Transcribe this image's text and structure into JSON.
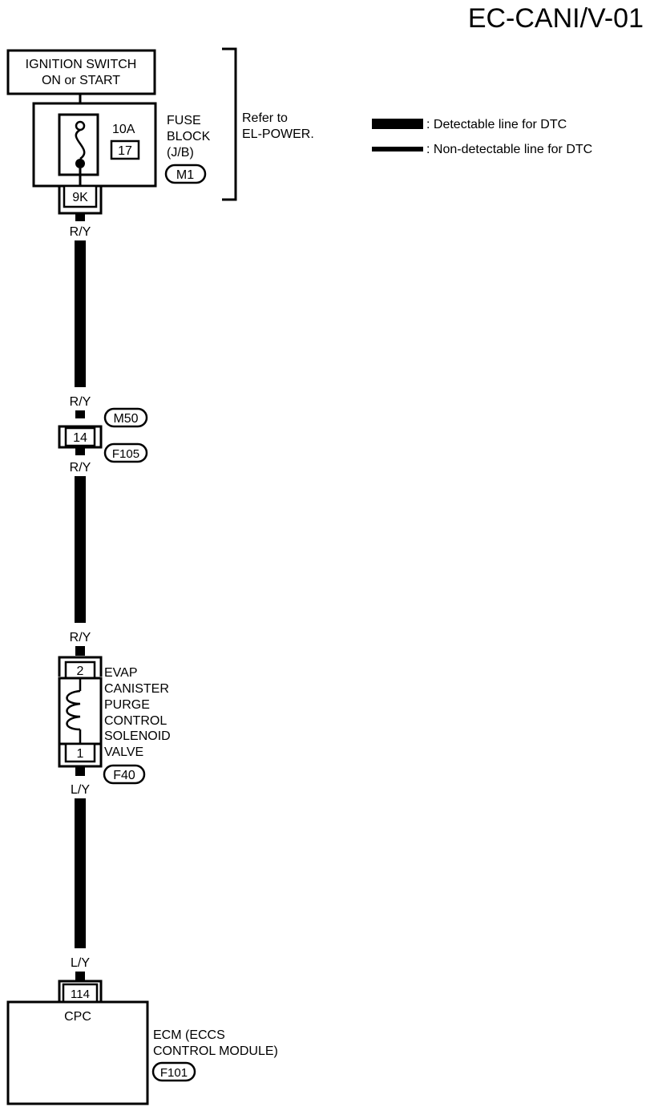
{
  "page_title": "EC-CANI/V-01",
  "ignition_switch": {
    "line1": "IGNITION SWITCH",
    "line2": "ON or START"
  },
  "fuse_block": {
    "amperage": "10A",
    "fuse_number": "17",
    "name_line1": "FUSE",
    "name_line2": "BLOCK",
    "name_line3": "(J/B)",
    "connector": "M1",
    "terminal": "9K"
  },
  "reference": {
    "line1": "Refer to",
    "line2": "EL-POWER."
  },
  "legend": {
    "detectable": ": Detectable line for DTC",
    "non_detectable": ": Non-detectable line for DTC"
  },
  "wires": {
    "fuse_out": "R/Y",
    "joint_in": "R/Y",
    "joint_out": "R/Y",
    "valve_in": "R/Y",
    "valve_out": "L/Y",
    "ecm_in": "L/Y"
  },
  "joint_connector": {
    "terminal": "14",
    "connector_top": "M50",
    "connector_bottom": "F105"
  },
  "solenoid": {
    "terminal_top": "2",
    "terminal_bottom": "1",
    "name_lines": [
      "EVAP",
      "CANISTER",
      "PURGE",
      "CONTROL",
      "SOLENOID",
      "VALVE"
    ],
    "connector": "F40"
  },
  "ecm": {
    "terminal": "114",
    "pin_name": "CPC",
    "name_line1": "ECM (ECCS",
    "name_line2": "CONTROL  MODULE)",
    "connector": "F101"
  }
}
